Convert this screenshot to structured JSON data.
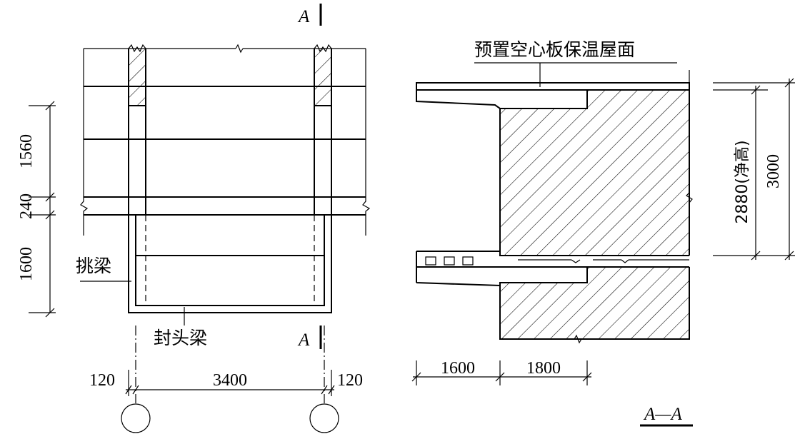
{
  "labels": {
    "section_mark": "A",
    "section_title": "A—A",
    "roof": "预置空心板保温屋面",
    "cantilever_beam": "挑梁",
    "end_beam": "封头梁",
    "clear_height": "2880(净高)"
  },
  "dims": {
    "d1560": "1560",
    "d240": "240",
    "d1600": "1600",
    "d120_left": "120",
    "d3400": "3400",
    "d120_right": "120",
    "d1600_section": "1600",
    "d1800": "1800",
    "d3000": "3000"
  }
}
